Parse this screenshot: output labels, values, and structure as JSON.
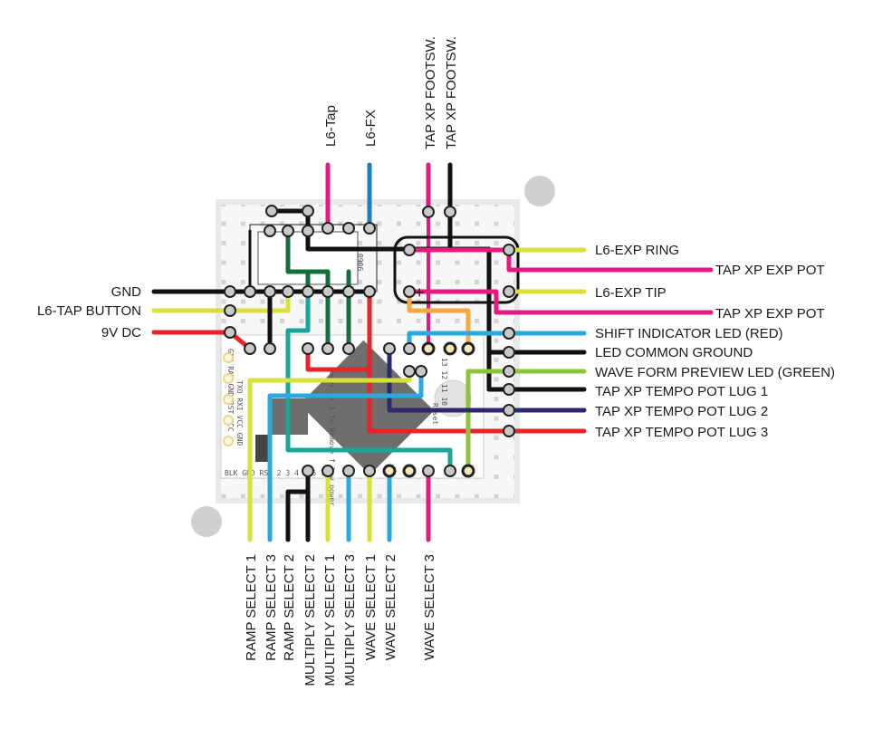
{
  "top_labels": {
    "l6_tap": "L6-Tap",
    "l6_fx": "L6-FX",
    "tap_xp_footsw_1": "TAP XP FOOTSW.",
    "tap_xp_footsw_2": "TAP XP FOOTSW."
  },
  "left_labels": {
    "gnd": "GND",
    "l6_tap_button": "L6-TAP BUTTON",
    "nine_v_dc": "9V DC"
  },
  "right_labels": {
    "l6_exp_ring": "L6-EXP RING",
    "tap_xp_exp_pot_1": "TAP XP EXP POT",
    "l6_exp_tip": "L6-EXP TIP",
    "tap_xp_exp_pot_2": "TAP XP EXP POT",
    "shift_indicator_led": "SHIFT INDICATOR LED (RED)",
    "led_common_ground": "LED COMMON GROUND",
    "wave_form_preview_led": "WAVE FORM PREVIEW LED (GREEN)",
    "tap_xp_tempo_pot_lug_1": "TAP XP TEMPO POT LUG 1",
    "tap_xp_tempo_pot_lug_2": "TAP XP TEMPO POT LUG 2",
    "tap_xp_tempo_pot_lug_3": "TAP XP TEMPO POT LUG 3"
  },
  "bottom_labels": {
    "ramp_select_1": "RAMP SELECT 1",
    "ramp_select_3": "RAMP SELECT 3",
    "ramp_select_2": "RAMP SELECT 2",
    "multiply_select_2": "MULTIPLY SELECT 2",
    "multiply_select_1": "MULTIPLY SELECT 1",
    "multiply_select_3": "MULTIPLY SELECT 3",
    "wave_select_1": "WAVE SELECT 1",
    "wave_select_2": "WAVE SELECT 2",
    "wave_select_3": "WAVE SELECT 3"
  },
  "board": {
    "pin_row_top": "GRN RAW GND RST VCC",
    "pin_row_right": "13 12 11 10",
    "pin_row_left": "TXO RXI VCC GND",
    "pin_row_bottom": "BLK GND RST 2 3 4 5 6 7",
    "chip_text": "Power Is 1 to Remove f low power",
    "reset_text": "Reset",
    "ic_text": "0906",
    "plus_sign": "+"
  },
  "wire_colors": {
    "black": "#111111",
    "pink": "#e6197f",
    "blue": "#1f7cc1",
    "yellow": "#d9e03a",
    "red": "#e8232a",
    "cyan": "#29a9e0",
    "green": "#8cc43f",
    "dark_green": "#13703a",
    "teal": "#1aa59a",
    "navy": "#2b2a6e",
    "orange": "#f6a841"
  }
}
